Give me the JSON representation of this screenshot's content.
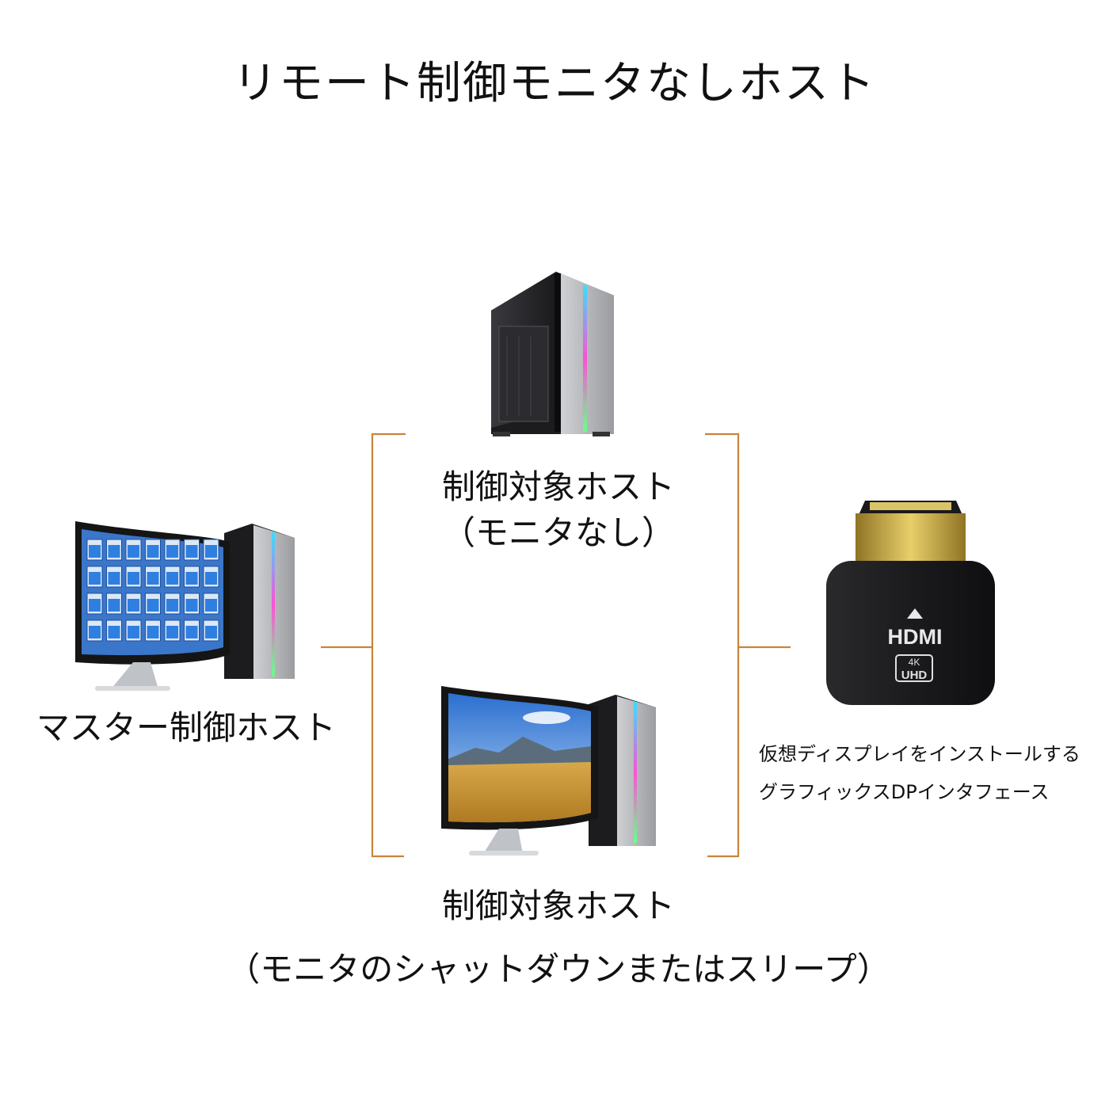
{
  "title": "リモート制御モニタなしホスト",
  "master": {
    "label": "マスター制御ホスト"
  },
  "headless_target": {
    "label_line1": "制御対象ホスト",
    "label_line2": "（モニタなし）"
  },
  "sleeping_target": {
    "label_line1": "制御対象ホスト",
    "label_line2": "（モニタのシャットダウンまたはスリープ）"
  },
  "dongle": {
    "brand": "HDMI",
    "badge_top": "4K",
    "badge_bottom": "UHD",
    "desc_line1": "仮想ディスプレイをインストールする",
    "desc_line2": "グラフィックスDPインタフェース"
  },
  "colors": {
    "connector": "#c8843a",
    "text": "#111111",
    "dongle_body": "#1b1b1d",
    "gold": "#c9a93a"
  }
}
